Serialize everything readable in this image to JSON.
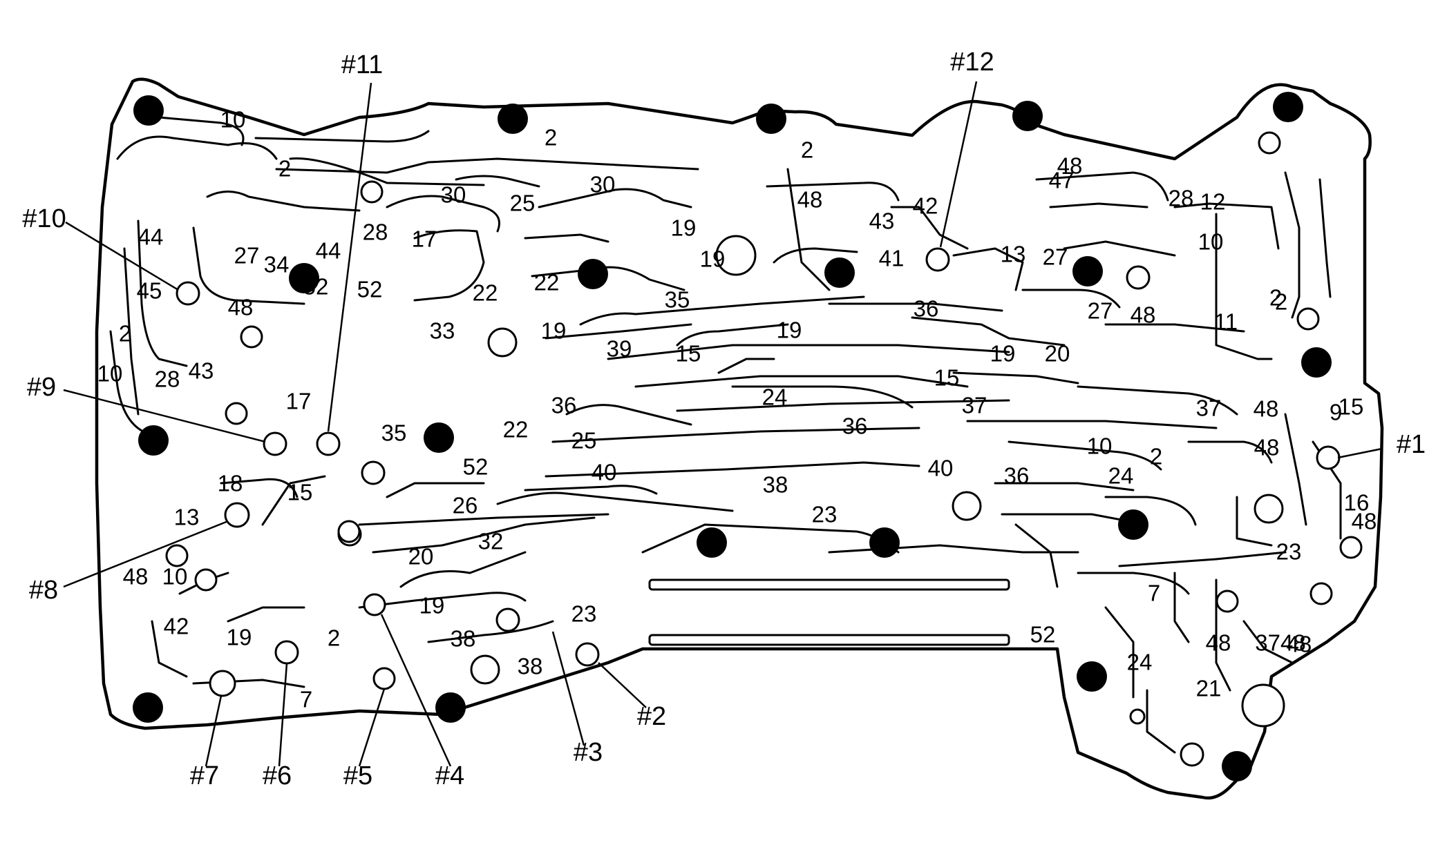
{
  "callouts": [
    {
      "label": "#1"
    },
    {
      "label": "#2"
    },
    {
      "label": "#3"
    },
    {
      "label": "#4"
    },
    {
      "label": "#5"
    },
    {
      "label": "#6"
    },
    {
      "label": "#7"
    },
    {
      "label": "#8"
    },
    {
      "label": "#9"
    },
    {
      "label": "#10"
    },
    {
      "label": "#11"
    },
    {
      "label": "#12"
    }
  ],
  "passages": [
    "10",
    "2",
    "2",
    "2",
    "48",
    "30",
    "30",
    "25",
    "48",
    "43",
    "42",
    "47",
    "28",
    "12",
    "2",
    "44",
    "28",
    "17",
    "44",
    "27",
    "34",
    "19",
    "19",
    "41",
    "13",
    "27",
    "10",
    "45",
    "52",
    "22",
    "22",
    "35",
    "48",
    "52",
    "33",
    "19",
    "36",
    "11",
    "27",
    "48",
    "2",
    "2",
    "19",
    "39",
    "15",
    "19",
    "20",
    "10",
    "28",
    "43",
    "15",
    "17",
    "24",
    "37",
    "37",
    "15",
    "48",
    "9",
    "36",
    "35",
    "22",
    "36",
    "25",
    "48",
    "10",
    "2",
    "18",
    "15",
    "52",
    "40",
    "40",
    "36",
    "24",
    "16",
    "13",
    "38",
    "26",
    "23",
    "23",
    "48",
    "32",
    "20",
    "48",
    "10",
    "19",
    "23",
    "7",
    "52",
    "42",
    "19",
    "2",
    "38",
    "38",
    "48",
    "3748",
    "48",
    "24",
    "21",
    "7"
  ]
}
